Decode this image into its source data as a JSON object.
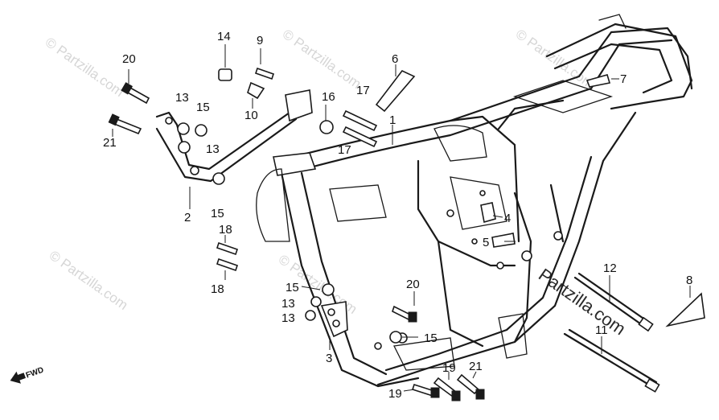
{
  "diagram": {
    "watermark": "© Partzilla.com",
    "brand_watermark": "Partzilla.com",
    "fwd_label": "FWD",
    "callouts": {
      "c1": "1",
      "c2": "2",
      "c3": "3",
      "c4": "4",
      "c5": "5",
      "c6": "6",
      "c7": "7",
      "c8": "8",
      "c9": "9",
      "c10": "10",
      "c11": "11",
      "c12": "12",
      "c13a": "13",
      "c13b": "13",
      "c13c": "13",
      "c13d": "13",
      "c14": "14",
      "c15a": "15",
      "c15b": "15",
      "c15c": "15",
      "c15d": "15",
      "c16": "16",
      "c17a": "17",
      "c17b": "17",
      "c18a": "18",
      "c18b": "18",
      "c19a": "19",
      "c19b": "19",
      "c20a": "20",
      "c20b": "20",
      "c21a": "21",
      "c21b": "21"
    }
  }
}
